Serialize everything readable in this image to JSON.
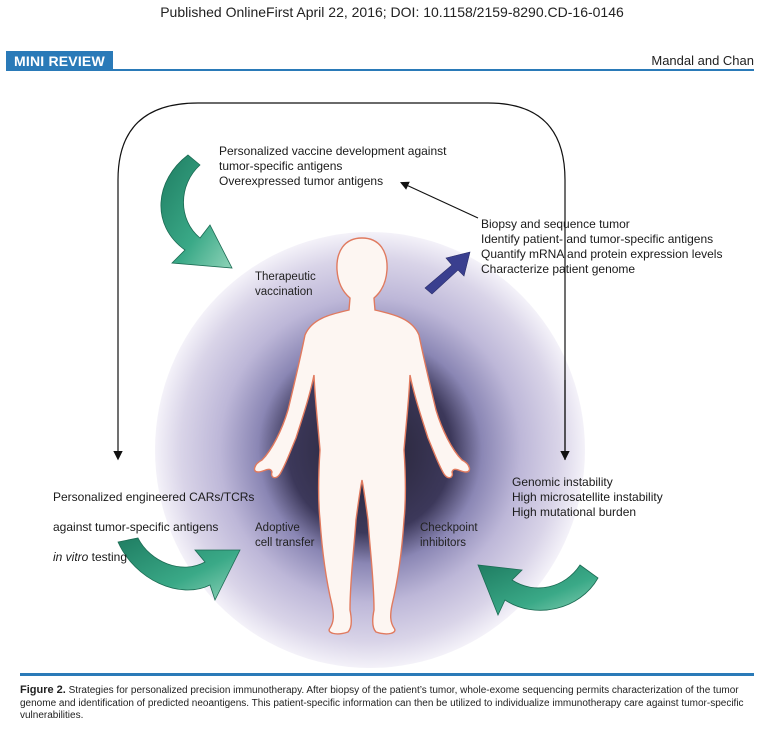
{
  "header": {
    "pub_line": "Published OnlineFirst April 22, 2016; DOI: 10.1158/2159-8290.CD-16-0146",
    "section_badge": "MINI REVIEW",
    "authors": "Mandal and Chan"
  },
  "figure": {
    "vaccine_text": "Personalized vaccine development against\ntumor-specific antigens\nOverexpressed tumor antigens",
    "biopsy_text": "Biopsy and sequence tumor\nIdentify patient- and tumor-specific antigens\nQuantify mRNA and protein expression levels\nCharacterize patient genome",
    "therapeutic_vaccination": "Therapeutic\nvaccination",
    "cars_line1": "Personalized engineered CARs/TCRs",
    "cars_line2": "against tumor-specific antigens",
    "cars_italic": "in vitro",
    "cars_line3_rest": " testing",
    "adoptive": "Adoptive\ncell transfer",
    "checkpoint": "Checkpoint\ninhibitors",
    "genomic_text": "Genomic instability\nHigh microsatellite instability\nHigh mutational burden",
    "colors": {
      "arrow_green": "#2f9a7c",
      "arrow_blue": "#3a3f8f",
      "halo": "#c9c3df",
      "body_outline": "#e07a5f",
      "body_fill": "#fdf6f2"
    }
  },
  "caption": {
    "label": "Figure 2.",
    "text": "Strategies for personalized precision immunotherapy. After biopsy of the patient’s tumor, whole-exome sequencing permits characterization of the tumor genome and identification of predicted neoantigens. This patient-specific information can then be utilized to individualize immunotherapy care against tumor-specific vulnerabilities."
  }
}
